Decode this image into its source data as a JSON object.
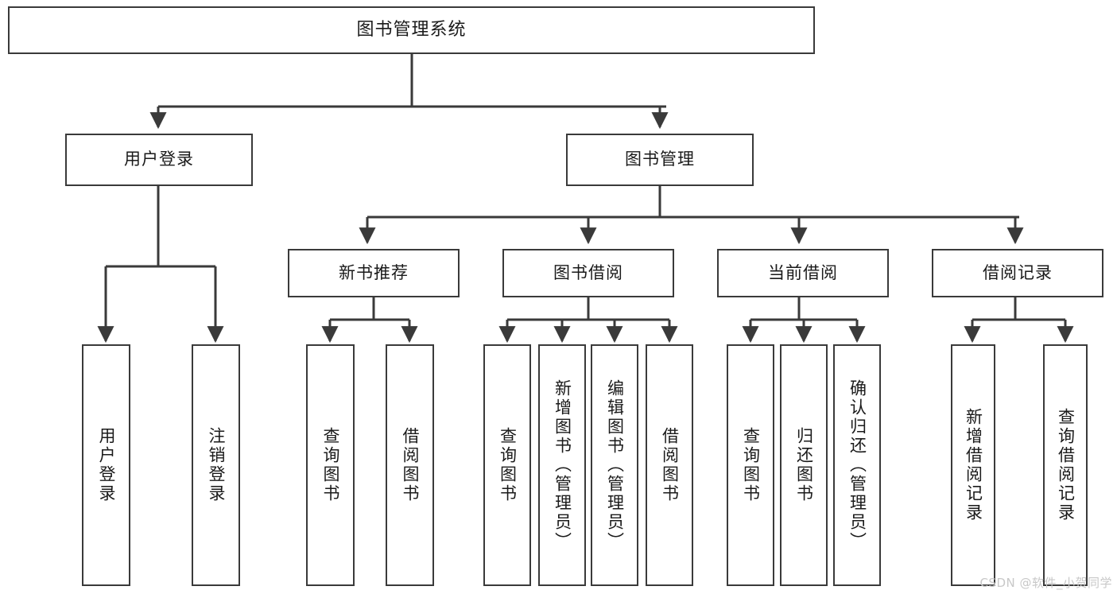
{
  "diagram": {
    "title": "图书管理系统",
    "type": "tree-hierarchy-chart",
    "watermark": "CSDN @软件_小贺同学",
    "colors": {
      "node_border": "#3a3a3a",
      "node_fill": "#ffffff",
      "edge": "#3a3a3a",
      "text": "#1a1a1a",
      "watermark": "#c8c8c8"
    }
  },
  "root": {
    "label": "图书管理系统"
  },
  "level1": [
    {
      "id": "user-login",
      "label": "用户登录"
    },
    {
      "id": "book-management",
      "label": "图书管理"
    }
  ],
  "level2": [
    {
      "id": "new-book-recommend",
      "label": "新书推荐",
      "parent": "book-management"
    },
    {
      "id": "book-borrow",
      "label": "图书借阅",
      "parent": "book-management"
    },
    {
      "id": "current-borrow",
      "label": "当前借阅",
      "parent": "book-management"
    },
    {
      "id": "borrow-record",
      "label": "借阅记录",
      "parent": "book-management"
    }
  ],
  "leaves": [
    {
      "id": "leaf-user-login",
      "label": "用户登录",
      "parent": "user-login"
    },
    {
      "id": "leaf-logout-login",
      "label": "注销登录",
      "parent": "user-login"
    },
    {
      "id": "leaf-query-book-1",
      "label": "查询图书",
      "parent": "new-book-recommend"
    },
    {
      "id": "leaf-borrow-book-1",
      "label": "借阅图书",
      "parent": "new-book-recommend"
    },
    {
      "id": "leaf-query-book-2",
      "label": "查询图书",
      "parent": "book-borrow"
    },
    {
      "id": "leaf-add-book",
      "label": "新增图书（管理员）",
      "parent": "book-borrow"
    },
    {
      "id": "leaf-edit-book",
      "label": "编辑图书（管理员）",
      "parent": "book-borrow"
    },
    {
      "id": "leaf-borrow-book-2",
      "label": "借阅图书",
      "parent": "book-borrow"
    },
    {
      "id": "leaf-query-book-3",
      "label": "查询图书",
      "parent": "current-borrow"
    },
    {
      "id": "leaf-return-book",
      "label": "归还图书",
      "parent": "current-borrow"
    },
    {
      "id": "leaf-confirm-return",
      "label": "确认归还（管理员）",
      "parent": "current-borrow"
    },
    {
      "id": "leaf-add-record",
      "label": "新增借阅记录",
      "parent": "borrow-record"
    },
    {
      "id": "leaf-query-record",
      "label": "查询借阅记录",
      "parent": "borrow-record"
    }
  ]
}
